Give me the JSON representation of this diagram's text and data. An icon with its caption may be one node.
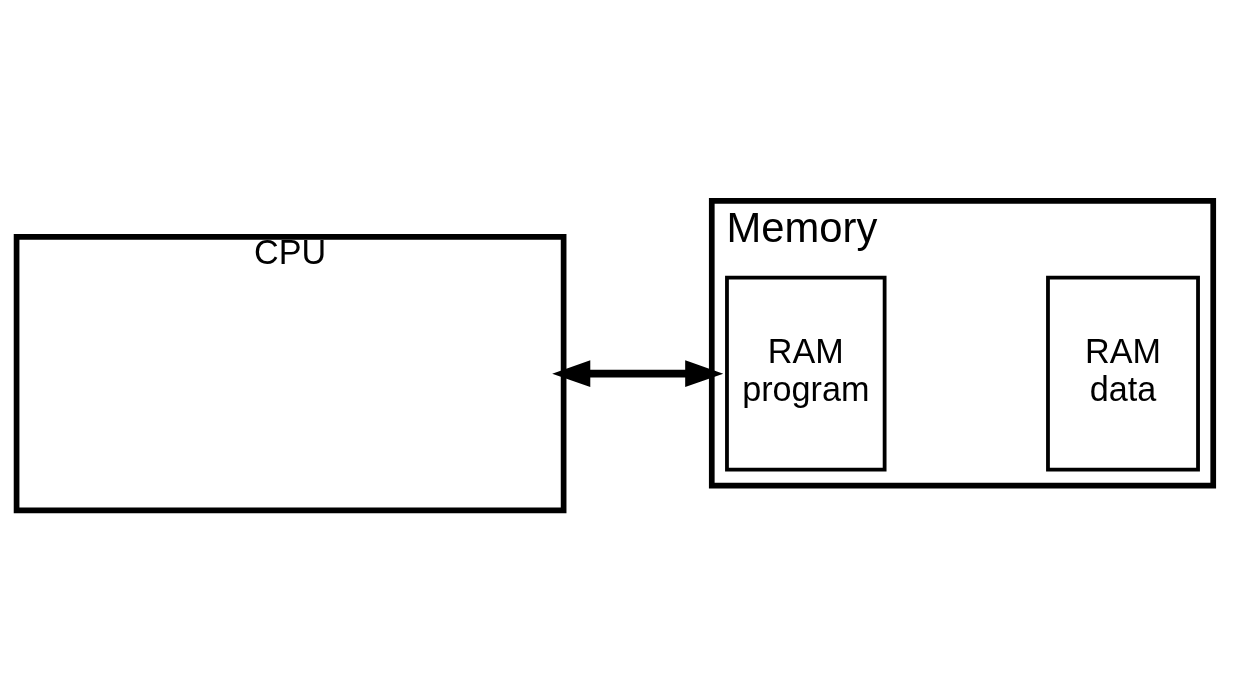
{
  "diagram": {
    "nodes": [
      {
        "text": [
          "CPU"
        ]
      },
      {
        "text": [
          "Memory"
        ]
      },
      {
        "text": [
          "RAM",
          "program"
        ],
        "in": 1
      },
      {
        "text": [
          "RAM",
          "data"
        ],
        "in": 1
      }
    ],
    "edges": [
      {
        "from": 0,
        "to": 1,
        "arrow": "both"
      }
    ]
  }
}
